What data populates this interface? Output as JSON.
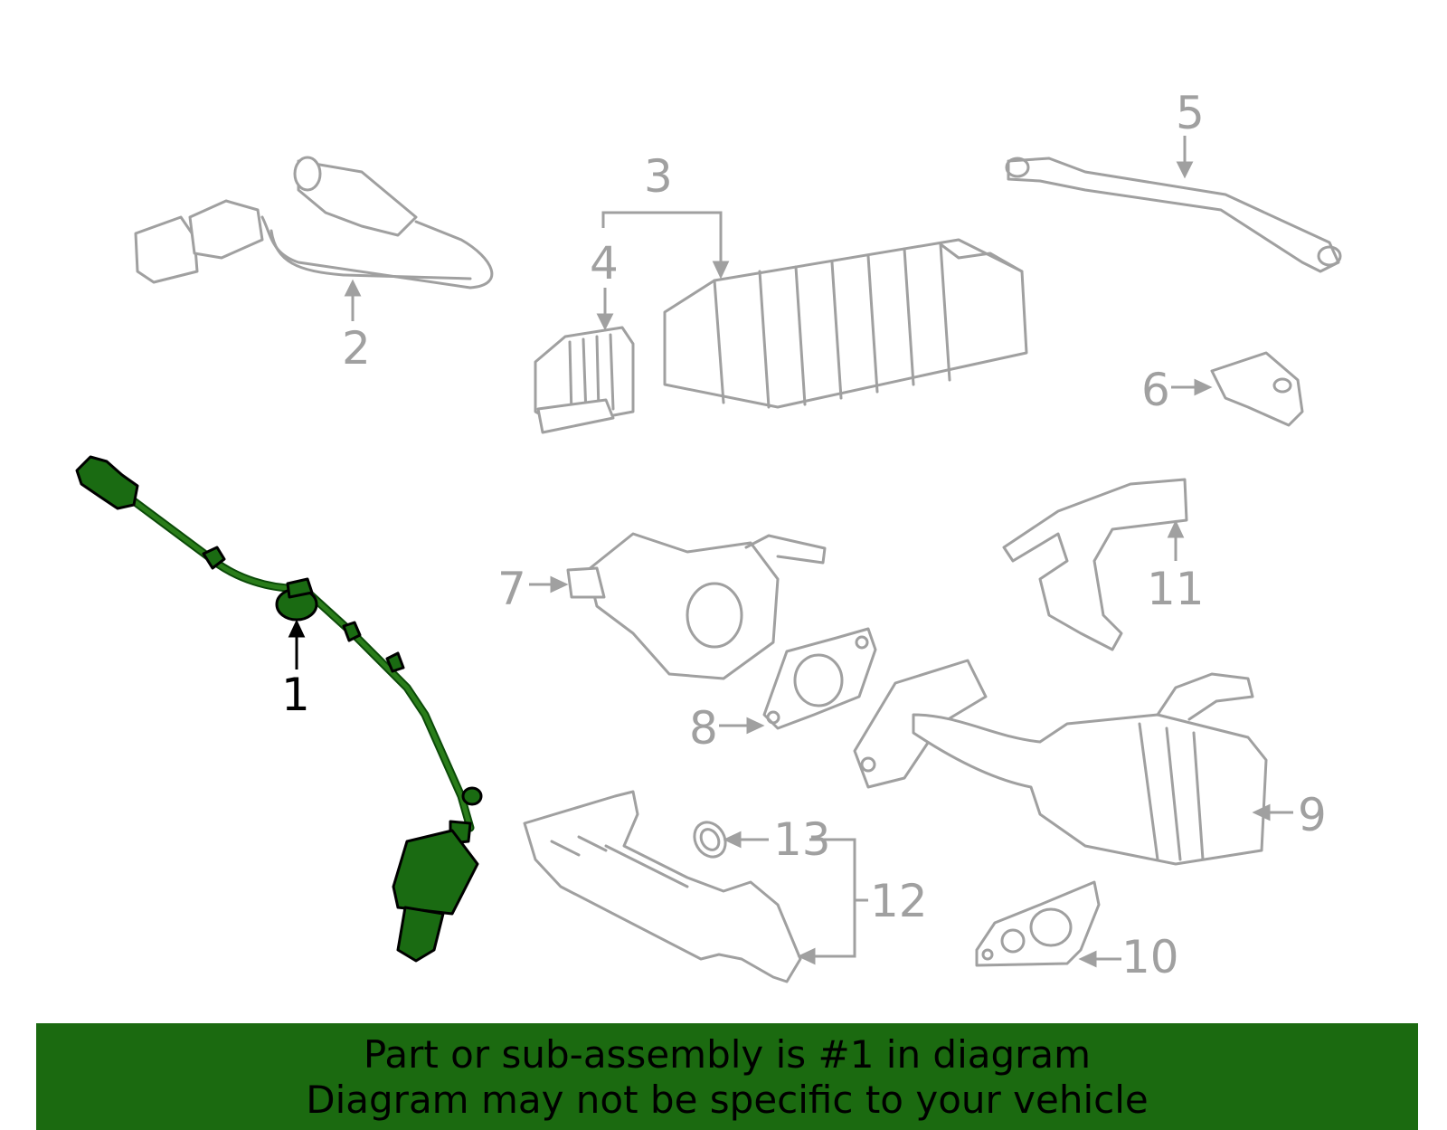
{
  "callouts": {
    "c1": "1",
    "c2": "2",
    "c3": "3",
    "c4": "4",
    "c5": "5",
    "c6": "6",
    "c7": "7",
    "c8": "8",
    "c9": "9",
    "c10": "10",
    "c11": "11",
    "c12": "12",
    "c13": "13"
  },
  "highlight_color": "#1b6a10",
  "part_color": "#a0a0a0",
  "banner": {
    "line1": "Part or sub-assembly is #1 in diagram",
    "line2": "Diagram may not be specific to your vehicle"
  }
}
